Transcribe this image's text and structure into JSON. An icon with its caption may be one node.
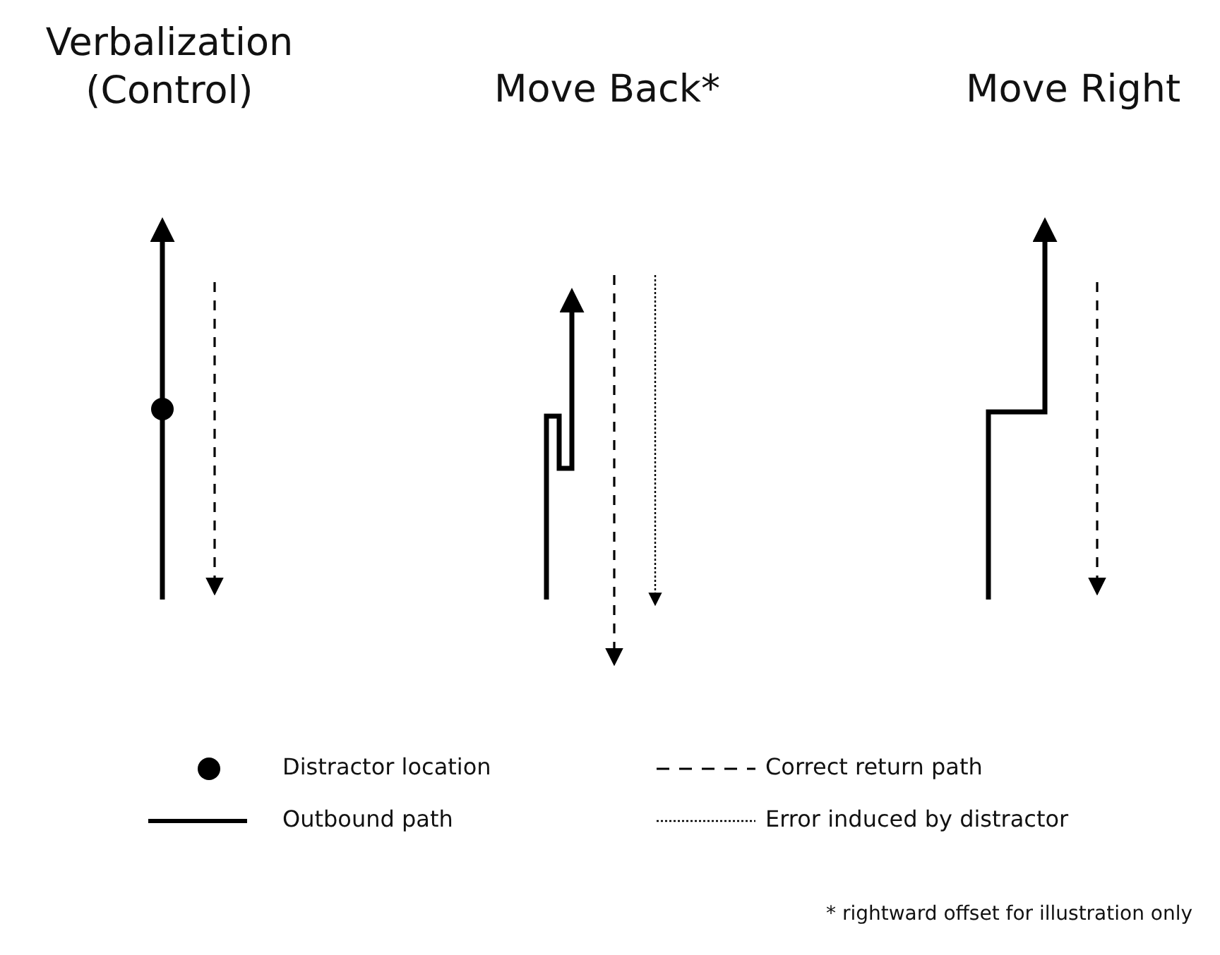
{
  "diagram": {
    "labels": [
      "Verbalization (Control)",
      "Move Back*",
      "Move Right",
      "* rightward offset for illustration only"
    ],
    "legend": [
      {
        "text": "Distractor location"
      },
      {
        "text": "Correct return path"
      },
      {
        "text": "Outbound path"
      },
      {
        "text": "Error induced by distractor"
      }
    ]
  }
}
